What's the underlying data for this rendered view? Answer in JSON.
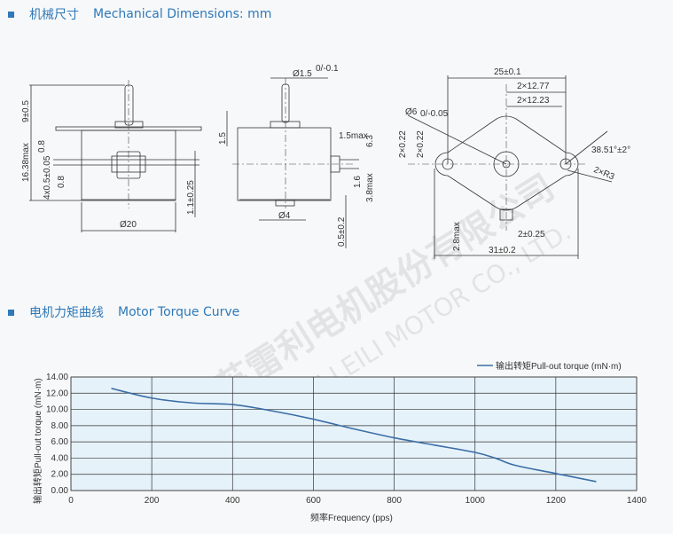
{
  "sections": {
    "mechanical": {
      "cn": "机械尺寸",
      "en": "Mechanical Dimensions: mm"
    },
    "torque": {
      "cn": "电机力矩曲线",
      "en": "Motor Torque Curve"
    }
  },
  "front_view": {
    "shaft_len": "9±0.5",
    "d1": "0.8",
    "height": "16.38max",
    "pins": "4x0.5±0.05",
    "d2": "0.8",
    "bottom": "1.1±0.25",
    "diameter": "Ø20"
  },
  "side_view": {
    "shaft_dia": "Ø1.5",
    "shaft_tol": "0/-0.1",
    "flange": "1.5",
    "conn": "1.5max",
    "h1": "6.3",
    "h2": "1.6",
    "h3": "3.8max",
    "boss": "Ø4",
    "boss_h": "0.5±0.2"
  },
  "top_view": {
    "width": "25±0.1",
    "half1": "2×12.77",
    "half2": "2×12.23",
    "center_dia": "Ø6",
    "center_tol": "0/-0.05",
    "t1": "2×0.22",
    "t2": "2×0.22",
    "angle": "38.51°±2°",
    "radius": "2×R3",
    "pin_h": "2.8max",
    "pin_pitch": "2±0.25",
    "total": "31±0.2"
  },
  "watermark": {
    "cn": "江苏雷利电机股份有限公司",
    "en": "JIANGSU LEILI MOTOR CO., LTD."
  },
  "chart_data": {
    "type": "line",
    "title": "",
    "xlabel": "频率Frequency (pps)",
    "ylabel": "输出转矩Pull-out torque  (mN·m)",
    "xlim": [
      0,
      1400
    ],
    "ylim": [
      0,
      14
    ],
    "xticks": [
      "0",
      "200",
      "400",
      "600",
      "800",
      "1000",
      "1200",
      "1400"
    ],
    "yticks": [
      "0.00",
      "2.00",
      "4.00",
      "6.00",
      "8.00",
      "10.00",
      "12.00",
      "14.00"
    ],
    "grid": true,
    "legend_position": "top-right",
    "color": "#3b6ea5",
    "series": [
      {
        "name": "输出转矩Pull-out torque  (mN·m)",
        "x": [
          100,
          200,
          300,
          400,
          500,
          600,
          700,
          800,
          900,
          1000,
          1050,
          1100,
          1200,
          1300
        ],
        "y": [
          12.6,
          11.4,
          10.8,
          10.6,
          9.8,
          8.8,
          7.6,
          6.5,
          5.6,
          4.7,
          4.0,
          3.1,
          2.1,
          1.1
        ]
      }
    ]
  }
}
